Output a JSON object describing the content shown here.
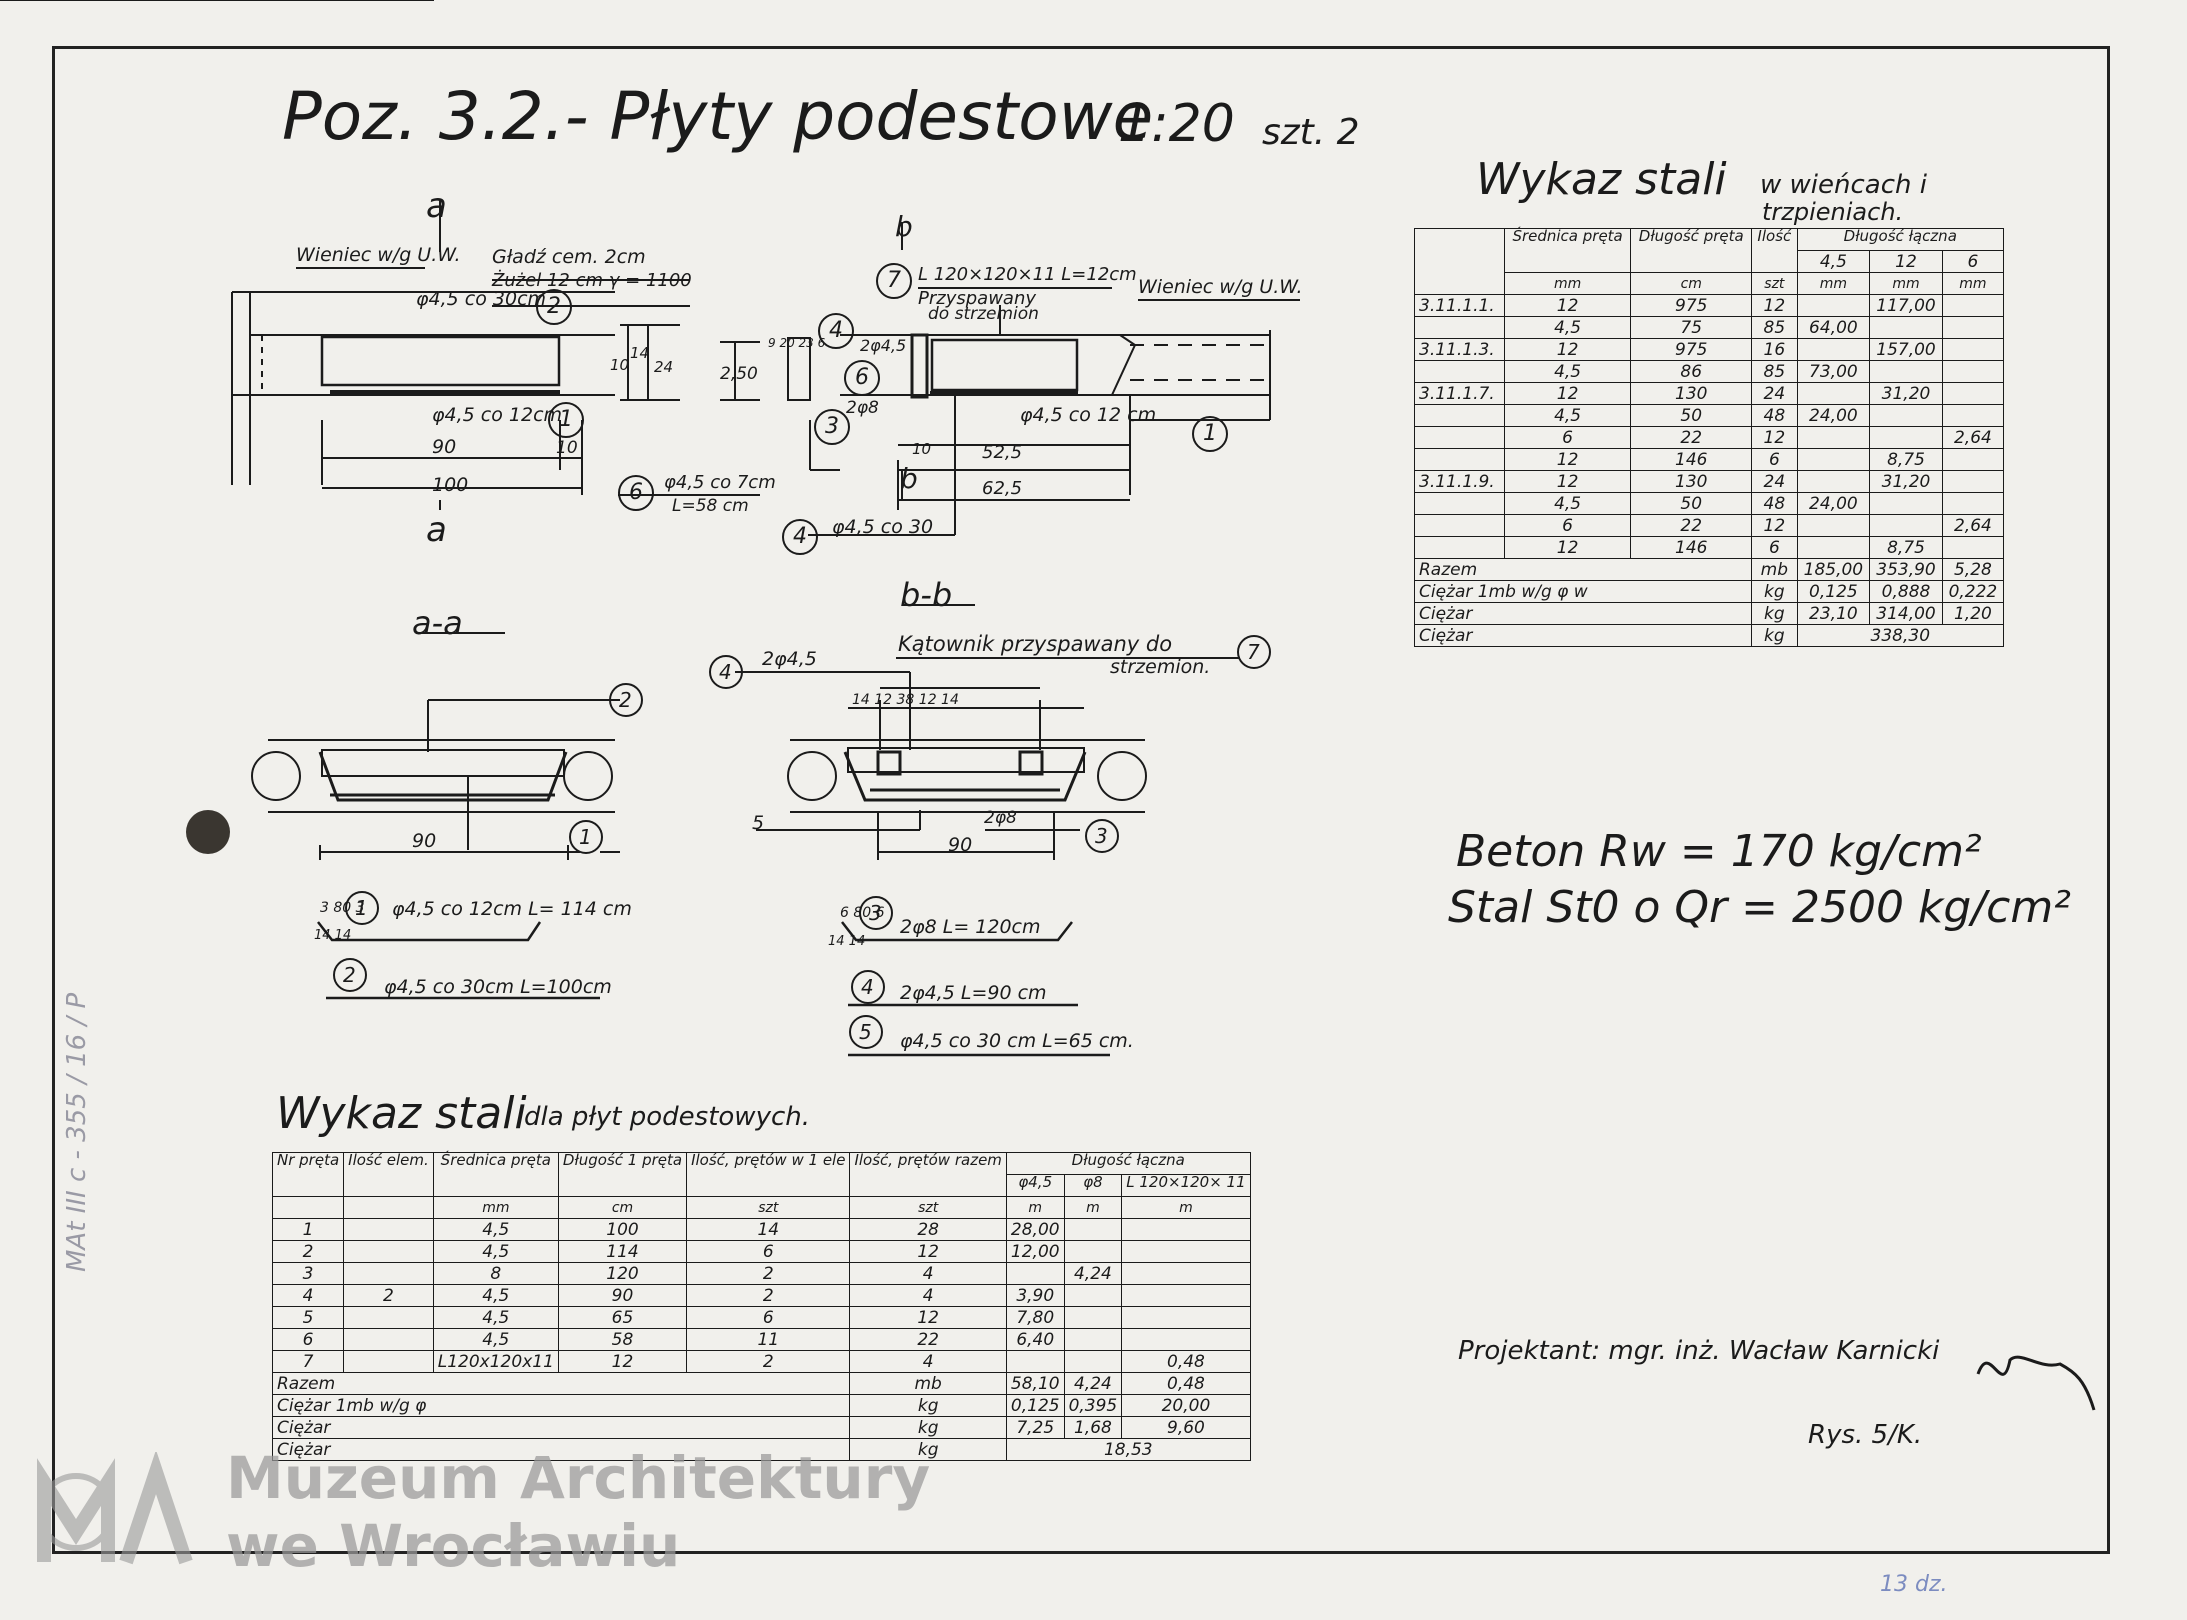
{
  "title": {
    "main": "Poz. 3.2.- Płyty podestowe",
    "scale": "1:20",
    "count": "szt. 2"
  },
  "upper_table": {
    "title": "Wykaz stali",
    "subtitle_1": "w wieńcach i",
    "subtitle_2": "trzpieniach.",
    "headers": {
      "diameter": "Średnica pręta",
      "length": "Długość pręta",
      "qty": "Ilość",
      "total": "Długość łączna",
      "d45": "4,5",
      "d12": "12",
      "d6": "6"
    },
    "units": [
      "mm",
      "cm",
      "szt",
      "mm",
      "mm",
      "mm"
    ],
    "rows": [
      {
        "mark": "3.11.1.1.",
        "d": "12",
        "l": "975",
        "n": "12",
        "c45": "",
        "c12": "117,00",
        "c6": ""
      },
      {
        "mark": "",
        "d": "4,5",
        "l": "75",
        "n": "85",
        "c45": "64,00",
        "c12": "",
        "c6": ""
      },
      {
        "mark": "3.11.1.3.",
        "d": "12",
        "l": "975",
        "n": "16",
        "c45": "",
        "c12": "157,00",
        "c6": ""
      },
      {
        "mark": "",
        "d": "4,5",
        "l": "86",
        "n": "85",
        "c45": "73,00",
        "c12": "",
        "c6": ""
      },
      {
        "mark": "3.11.1.7.",
        "d": "12",
        "l": "130",
        "n": "24",
        "c45": "",
        "c12": "31,20",
        "c6": ""
      },
      {
        "mark": "",
        "d": "4,5",
        "l": "50",
        "n": "48",
        "c45": "24,00",
        "c12": "",
        "c6": ""
      },
      {
        "mark": "",
        "d": "6",
        "l": "22",
        "n": "12",
        "c45": "",
        "c12": "",
        "c6": "2,64"
      },
      {
        "mark": "",
        "d": "12",
        "l": "146",
        "n": "6",
        "c45": "",
        "c12": "8,75",
        "c6": ""
      },
      {
        "mark": "3.11.1.9.",
        "d": "12",
        "l": "130",
        "n": "24",
        "c45": "",
        "c12": "31,20",
        "c6": ""
      },
      {
        "mark": "",
        "d": "4,5",
        "l": "50",
        "n": "48",
        "c45": "24,00",
        "c12": "",
        "c6": ""
      },
      {
        "mark": "",
        "d": "6",
        "l": "22",
        "n": "12",
        "c45": "",
        "c12": "",
        "c6": "2,64"
      },
      {
        "mark": "",
        "d": "12",
        "l": "146",
        "n": "6",
        "c45": "",
        "c12": "8,75",
        "c6": ""
      }
    ],
    "totals": [
      {
        "label": "Razem",
        "unit": "mb",
        "c45": "185,00",
        "c12": "353,90",
        "c6": "5,28"
      },
      {
        "label": "Ciężar 1mb w/g φ w",
        "unit": "kg",
        "c45": "0,125",
        "c12": "0,888",
        "c6": "0,222"
      },
      {
        "label": "Ciężar",
        "unit": "kg",
        "c45": "23,10",
        "c12": "314,00",
        "c6": "1,20"
      },
      {
        "label": "Ciężar",
        "unit": "kg",
        "span": "338,30"
      }
    ]
  },
  "lower_table": {
    "title": "Wykaz stali",
    "subtitle": "dla płyt podestowych.",
    "headers": {
      "nr": "Nr pręta",
      "elem": "Ilość elem.",
      "diam": "Średnica pręta",
      "len": "Długość 1 pręta",
      "per_elem": "Ilość, prętów w 1 ele",
      "total_bars": "Ilość, prętów razem",
      "total_len": "Długość łączna",
      "c45": "φ4,5",
      "c8": "φ8",
      "cl": "L 120×120× 11"
    },
    "units": [
      "",
      "",
      "mm",
      "cm",
      "szt",
      "szt",
      "m",
      "m",
      "m"
    ],
    "rows": [
      {
        "nr": "1",
        "elem": "",
        "d": "4,5",
        "l": "100",
        "pe": "14",
        "pt": "28",
        "c45": "28,00",
        "c8": "",
        "cl": ""
      },
      {
        "nr": "2",
        "elem": "",
        "d": "4,5",
        "l": "114",
        "pe": "6",
        "pt": "12",
        "c45": "12,00",
        "c8": "",
        "cl": ""
      },
      {
        "nr": "3",
        "elem": "",
        "d": "8",
        "l": "120",
        "pe": "2",
        "pt": "4",
        "c45": "",
        "c8": "4,24",
        "cl": ""
      },
      {
        "nr": "4",
        "elem": "2",
        "d": "4,5",
        "l": "90",
        "pe": "2",
        "pt": "4",
        "c45": "3,90",
        "c8": "",
        "cl": ""
      },
      {
        "nr": "5",
        "elem": "",
        "d": "4,5",
        "l": "65",
        "pe": "6",
        "pt": "12",
        "c45": "7,80",
        "c8": "",
        "cl": ""
      },
      {
        "nr": "6",
        "elem": "",
        "d": "4,5",
        "l": "58",
        "pe": "11",
        "pt": "22",
        "c45": "6,40",
        "c8": "",
        "cl": ""
      },
      {
        "nr": "7",
        "elem": "",
        "d": "L120x120x11",
        "l": "12",
        "pe": "2",
        "pt": "4",
        "c45": "",
        "c8": "",
        "cl": "0,48"
      }
    ],
    "totals": [
      {
        "label": "Razem",
        "unit": "mb",
        "c45": "58,10",
        "c8": "4,24",
        "cl": "0,48"
      },
      {
        "label": "Ciężar 1mb w/g φ",
        "unit": "kg",
        "c45": "0,125",
        "c8": "0,395",
        "cl": "20,00"
      },
      {
        "label": "Ciężar",
        "unit": "kg",
        "c45": "7,25",
        "c8": "1,68",
        "cl": "9,60"
      },
      {
        "label": "Ciężar",
        "unit": "kg",
        "span": "18,53"
      }
    ]
  },
  "notes": {
    "concrete": "Beton Rw = 170 kg/cm²",
    "steel": "Stal St0 o Qr = 2500 kg/cm²",
    "designer": "Projektant: mgr. inż. Wacław Karnicki",
    "drawing_no": "Rys. 5/K."
  },
  "drawing_labels": {
    "sec_a_top": "a",
    "sec_a_bot": "a",
    "sec_b_top": "b",
    "sec_b_bot": "b",
    "wieniec_left": "Wieniec w/g U.W.",
    "gladz": "Gładź cem. 2cm",
    "zuzel": "Żużel 12 cm  γ = 1100",
    "bar2_label": "φ4,5 co 30cm",
    "bar1_label": "φ4,5 co 12cm",
    "dim_90": "90",
    "dim_10": "10",
    "dim_100": "100",
    "dim_10v": "10",
    "dim_14": "14",
    "dim_24": "24",
    "dim_250": "2,50",
    "angle_label": "L 120×120×11  L=12cm",
    "welded": "Przyspawany",
    "welded2": "do strzemion",
    "wieniec_right": "Wieniec w/g U.W.",
    "bar4_small": "2φ4,5",
    "bar3_small": "2φ8",
    "bar1_right": "φ4,5 co 12 cm",
    "bar6_label": "φ4,5 co 7cm",
    "bar6_len": "L=58 cm",
    "bar4_label": "φ4,5 co 30",
    "dim_525": "52,5",
    "dim_625": "62,5",
    "dim_10b": "10",
    "stirrup_dims": "9 20 23 6",
    "sec_aa": "a-a",
    "sec_bb": "b-b",
    "katownik": "Kątownik przyspawany do",
    "katownik2": "strzemion.",
    "bb_2phi45": "2φ4,5",
    "bb_dims": "14  12      38      12  14",
    "bb_2phi8": "2φ8",
    "bb_5": "5",
    "bb_90": "90",
    "aa_90": "90",
    "bend1_label": "φ4,5 co 12cm L= 114 cm",
    "bend1_dims": "3  80  3",
    "bend1_ends": "14  14",
    "bend2_label": "φ4,5 co 30cm  L=100cm",
    "bend3_label": "2φ8  L= 120cm",
    "bend3_dims": "6  80  6",
    "bend3_ends": "14  14",
    "bend4_label": "2φ4,5  L=90 cm",
    "bend5_label": "φ4,5 co 30 cm  L=65 cm.",
    "m1": "1",
    "m2": "2",
    "m3": "3",
    "m4": "4",
    "m5": "5",
    "m6": "6",
    "m7": "7"
  },
  "watermark": {
    "line1": "Muzeum Architektury",
    "line2": "we Wrocławiu",
    "side": "MAt III c - 355 / 16 / P",
    "pencil": "13 dz."
  }
}
